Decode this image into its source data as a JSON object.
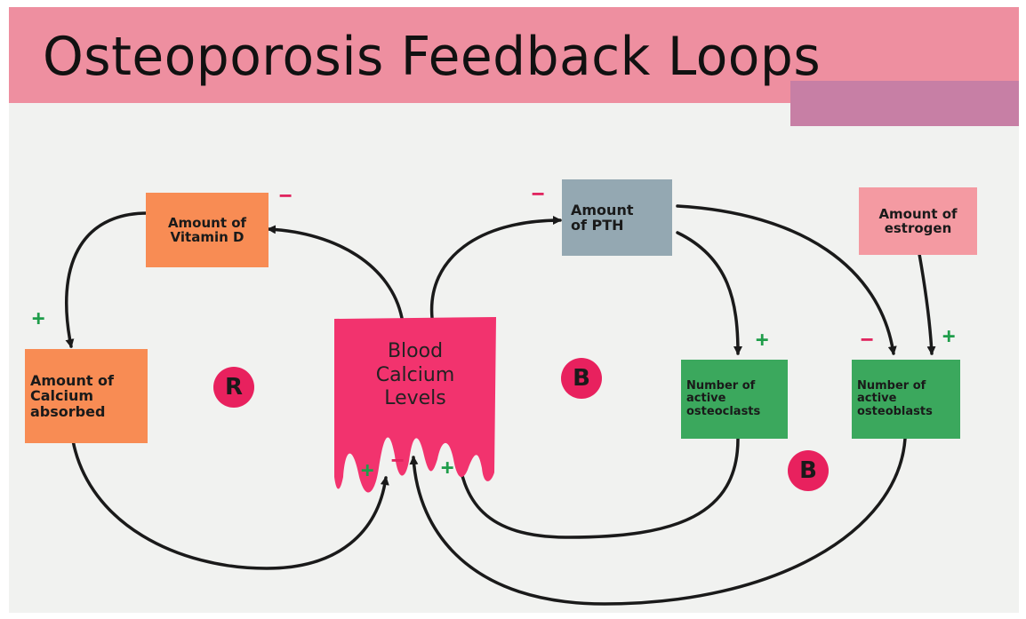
{
  "title": "Osteoporosis Feedback Loops",
  "colors": {
    "banner": "#ee8fa0",
    "vitamin_d_box": "#f88c54",
    "pth_box": "#94a8b2",
    "estrogen_box": "#f49aa2",
    "cell_boxes": "#3ba85d",
    "blood_calcium": "#f2336e",
    "loop_badge": "#e8215e",
    "plus_sign": "#1f9d4a",
    "minus_sign": "#e0245e"
  },
  "nodes": {
    "vitamin_d": "Amount of\nVitamin D",
    "calcium_absorbed": "Amount of\nCalcium\nabsorbed",
    "blood_calcium": "Blood\nCalcium\nLevels",
    "pth": "Amount\nof PTH",
    "estrogen": "Amount of\nestrogen",
    "osteoclasts": "Number of\nactive\nosteoclasts",
    "osteoblasts": "Number of\nactive\nosteoblasts"
  },
  "loops": {
    "left": "R",
    "middle": "B",
    "bottom": "B"
  },
  "signs": {
    "vitamin_d": "−",
    "calcium_absorbed": "+",
    "pth": "−",
    "osteoclasts": "+",
    "osteoblasts_from_pth": "−",
    "osteoblasts_from_estrogen": "+",
    "blood_from_calcium_absorbed": "+",
    "blood_from_osteoblasts": "−",
    "blood_from_osteoclasts": "+"
  }
}
